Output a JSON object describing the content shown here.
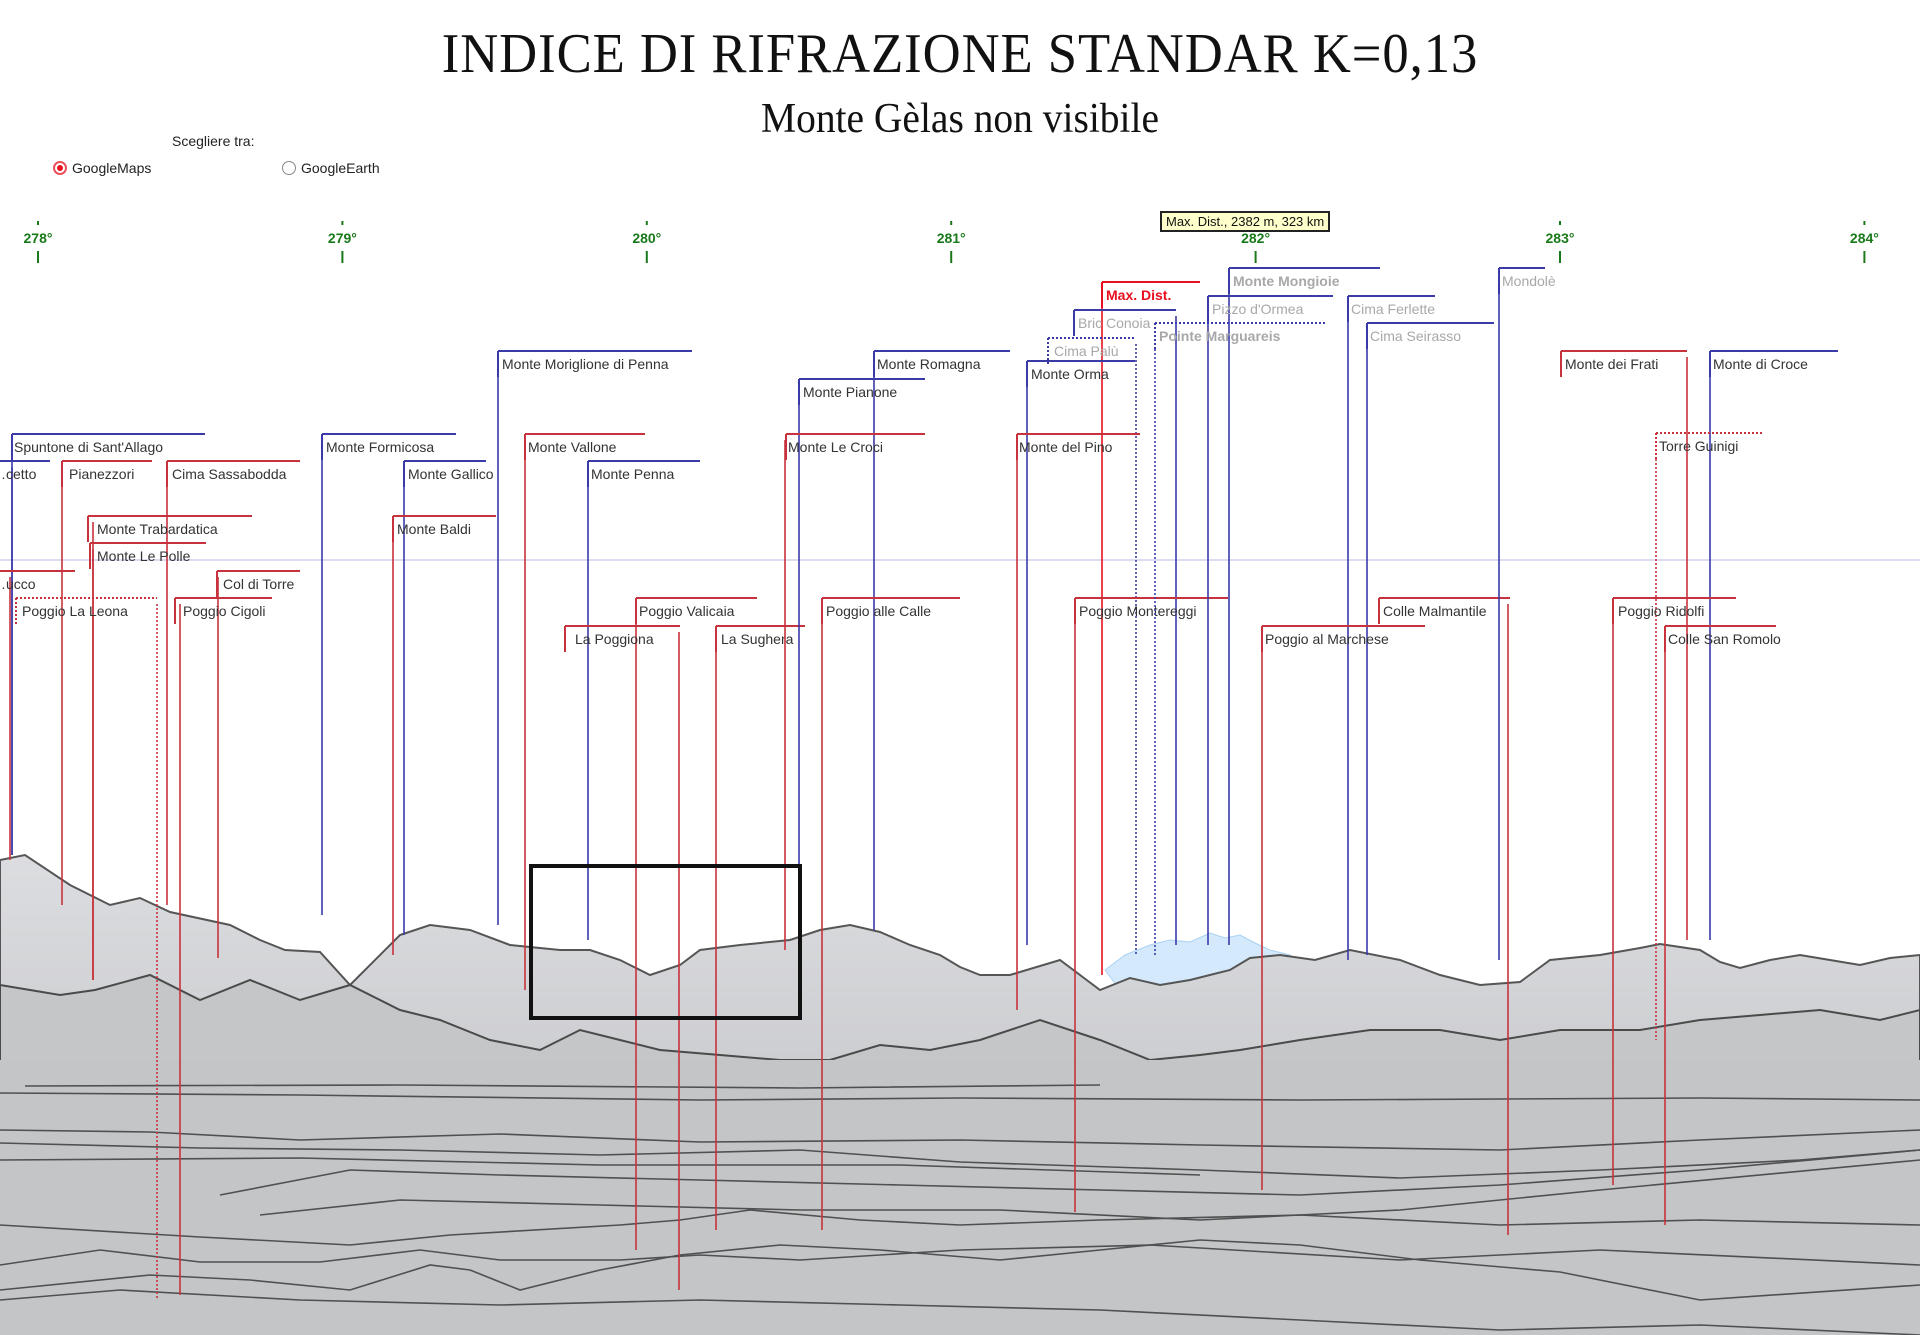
{
  "header": {
    "title": "INDICE DI RIFRAZIONE STANDAR K=0,13",
    "subtitle": "Monte Gèlas non visibile"
  },
  "chooser": {
    "label": "Scegliere tra:",
    "options": [
      {
        "label": "GoogleMaps",
        "checked": true
      },
      {
        "label": "GoogleEarth",
        "checked": false
      }
    ]
  },
  "tooltip": "Max. Dist., 2382 m, 323 km",
  "colors": {
    "axis": "#1a7a1a",
    "far_peak_line": "#3a3aa8",
    "near_peak_line": "#c8323c",
    "max_dist": "#e8101e",
    "terrain": "#c9cacc",
    "distant_snow": "#cfe6fa",
    "highlight_box": "#111111"
  },
  "azimuth_axis": {
    "ticks": [
      {
        "deg": 278,
        "label": "278°"
      },
      {
        "deg": 279,
        "label": "279°"
      },
      {
        "deg": 280,
        "label": "280°"
      },
      {
        "deg": 281,
        "label": "281°"
      },
      {
        "deg": 282,
        "label": "282°"
      },
      {
        "deg": 283,
        "label": "283°"
      },
      {
        "deg": 284,
        "label": "284°"
      }
    ]
  },
  "peaks": [
    {
      "name": "Spuntone di Sant'Allago",
      "type": "far",
      "style": "normal"
    },
    {
      "name": "…cetto",
      "type": "far",
      "style": "normal"
    },
    {
      "name": "…ucco",
      "type": "near",
      "style": "normal"
    },
    {
      "name": "Pianezzori",
      "type": "near",
      "style": "normal"
    },
    {
      "name": "Cima Sassabodda",
      "type": "near",
      "style": "normal"
    },
    {
      "name": "Monte Trabardatica",
      "type": "near",
      "style": "normal"
    },
    {
      "name": "Monte Le Polle",
      "type": "near",
      "style": "normal"
    },
    {
      "name": "Col di Torre",
      "type": "near",
      "style": "normal"
    },
    {
      "name": "Poggio La Leona",
      "type": "near",
      "style": "dotted"
    },
    {
      "name": "Poggio Cigoli",
      "type": "near",
      "style": "normal"
    },
    {
      "name": "Monte Formicosa",
      "type": "far",
      "style": "normal"
    },
    {
      "name": "Monte Gallico",
      "type": "far",
      "style": "normal"
    },
    {
      "name": "Monte Baldi",
      "type": "near",
      "style": "normal"
    },
    {
      "name": "Monte Moriglione di Penna",
      "type": "far",
      "style": "normal"
    },
    {
      "name": "Monte Vallone",
      "type": "near",
      "style": "normal"
    },
    {
      "name": "Monte Penna",
      "type": "far",
      "style": "normal"
    },
    {
      "name": "Poggio Valicaia",
      "type": "near",
      "style": "normal"
    },
    {
      "name": "La Poggiona",
      "type": "near",
      "style": "normal"
    },
    {
      "name": "La Sughera",
      "type": "near",
      "style": "normal"
    },
    {
      "name": "Monte Romagna",
      "type": "far",
      "style": "normal"
    },
    {
      "name": "Monte Pianone",
      "type": "far",
      "style": "normal"
    },
    {
      "name": "Monte Le Croci",
      "type": "near",
      "style": "normal"
    },
    {
      "name": "Poggio alle Calle",
      "type": "near",
      "style": "normal"
    },
    {
      "name": "Max. Dist.",
      "type": "maxdist",
      "style": "bold"
    },
    {
      "name": "Bric Conoia",
      "type": "far",
      "style": "faint"
    },
    {
      "name": "Cima Palù",
      "type": "far",
      "style": "faint-dotted"
    },
    {
      "name": "Monte Orma",
      "type": "far",
      "style": "normal"
    },
    {
      "name": "Monte del Pino",
      "type": "near",
      "style": "normal"
    },
    {
      "name": "Poggio Montereggi",
      "type": "near",
      "style": "normal"
    },
    {
      "name": "Monte Mongioie",
      "type": "far",
      "style": "faint-bold"
    },
    {
      "name": "Pizzo d'Ormea",
      "type": "far",
      "style": "faint"
    },
    {
      "name": "Pointe Marguareis",
      "type": "far",
      "style": "faint-bold-dotted"
    },
    {
      "name": "Cima Ferlette",
      "type": "far",
      "style": "faint"
    },
    {
      "name": "Cima Seirasso",
      "type": "far",
      "style": "faint"
    },
    {
      "name": "Poggio al Marchese",
      "type": "near",
      "style": "normal"
    },
    {
      "name": "Colle Malmantile",
      "type": "near",
      "style": "normal"
    },
    {
      "name": "Mondolè",
      "type": "far",
      "style": "faint"
    },
    {
      "name": "Monte dei Frati",
      "type": "near",
      "style": "normal"
    },
    {
      "name": "Monte di Croce",
      "type": "far",
      "style": "normal"
    },
    {
      "name": "Torre Guinigi",
      "type": "near",
      "style": "dotted"
    },
    {
      "name": "Poggio Ridolfi",
      "type": "near",
      "style": "normal"
    },
    {
      "name": "Colle San Romolo",
      "type": "near",
      "style": "normal"
    }
  ]
}
